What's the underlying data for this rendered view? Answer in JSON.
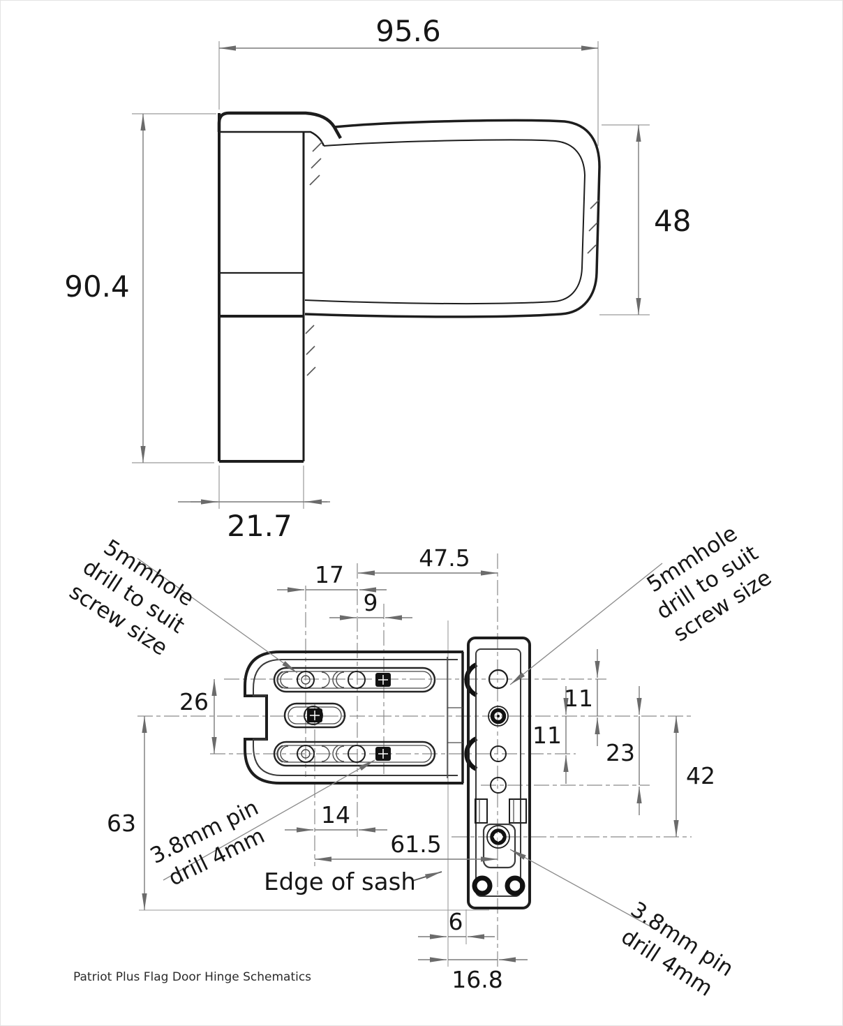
{
  "title": "Patriot Plus Flag Door Hinge Schematics",
  "dimensions": {
    "side_view": {
      "overall_width": "95.6",
      "overall_height": "90.4",
      "arm_height": "48",
      "leg_width": "21.7"
    },
    "plan_view": {
      "second_hole_to_pivot": "47.5",
      "first_hole_spacing": "17",
      "hole_to_pin": "9",
      "slot_row_spacing": "26",
      "centre_to_plate_bottom": "63",
      "flag_hole_spacing_top": "11",
      "flag_hole_spacing_mid": "11",
      "flag_hole_span_23": "23",
      "flag_hole_span_42": "42",
      "mid_pin_to_hole": "14",
      "mid_pin_to_pivot": "61.5",
      "sash_edge_to_plate": "6",
      "sash_edge_to_pivot": "16.8"
    }
  },
  "annotations": {
    "screw_hole_note_left": [
      "5mmhole",
      "drill to suit",
      "screw size"
    ],
    "screw_hole_note_right": [
      "5mmhole",
      "drill to suit",
      "screw size"
    ],
    "pin_note_left": [
      "3.8mm pin",
      "drill 4mm"
    ],
    "pin_note_right": [
      "3.8mm pin",
      "drill 4mm"
    ],
    "edge_of_sash": "Edge of sash"
  },
  "colors": {
    "outline": "#1d1d1d",
    "dimension_line": "#7a7a7a",
    "text": "#161616",
    "background": "#ffffff"
  }
}
